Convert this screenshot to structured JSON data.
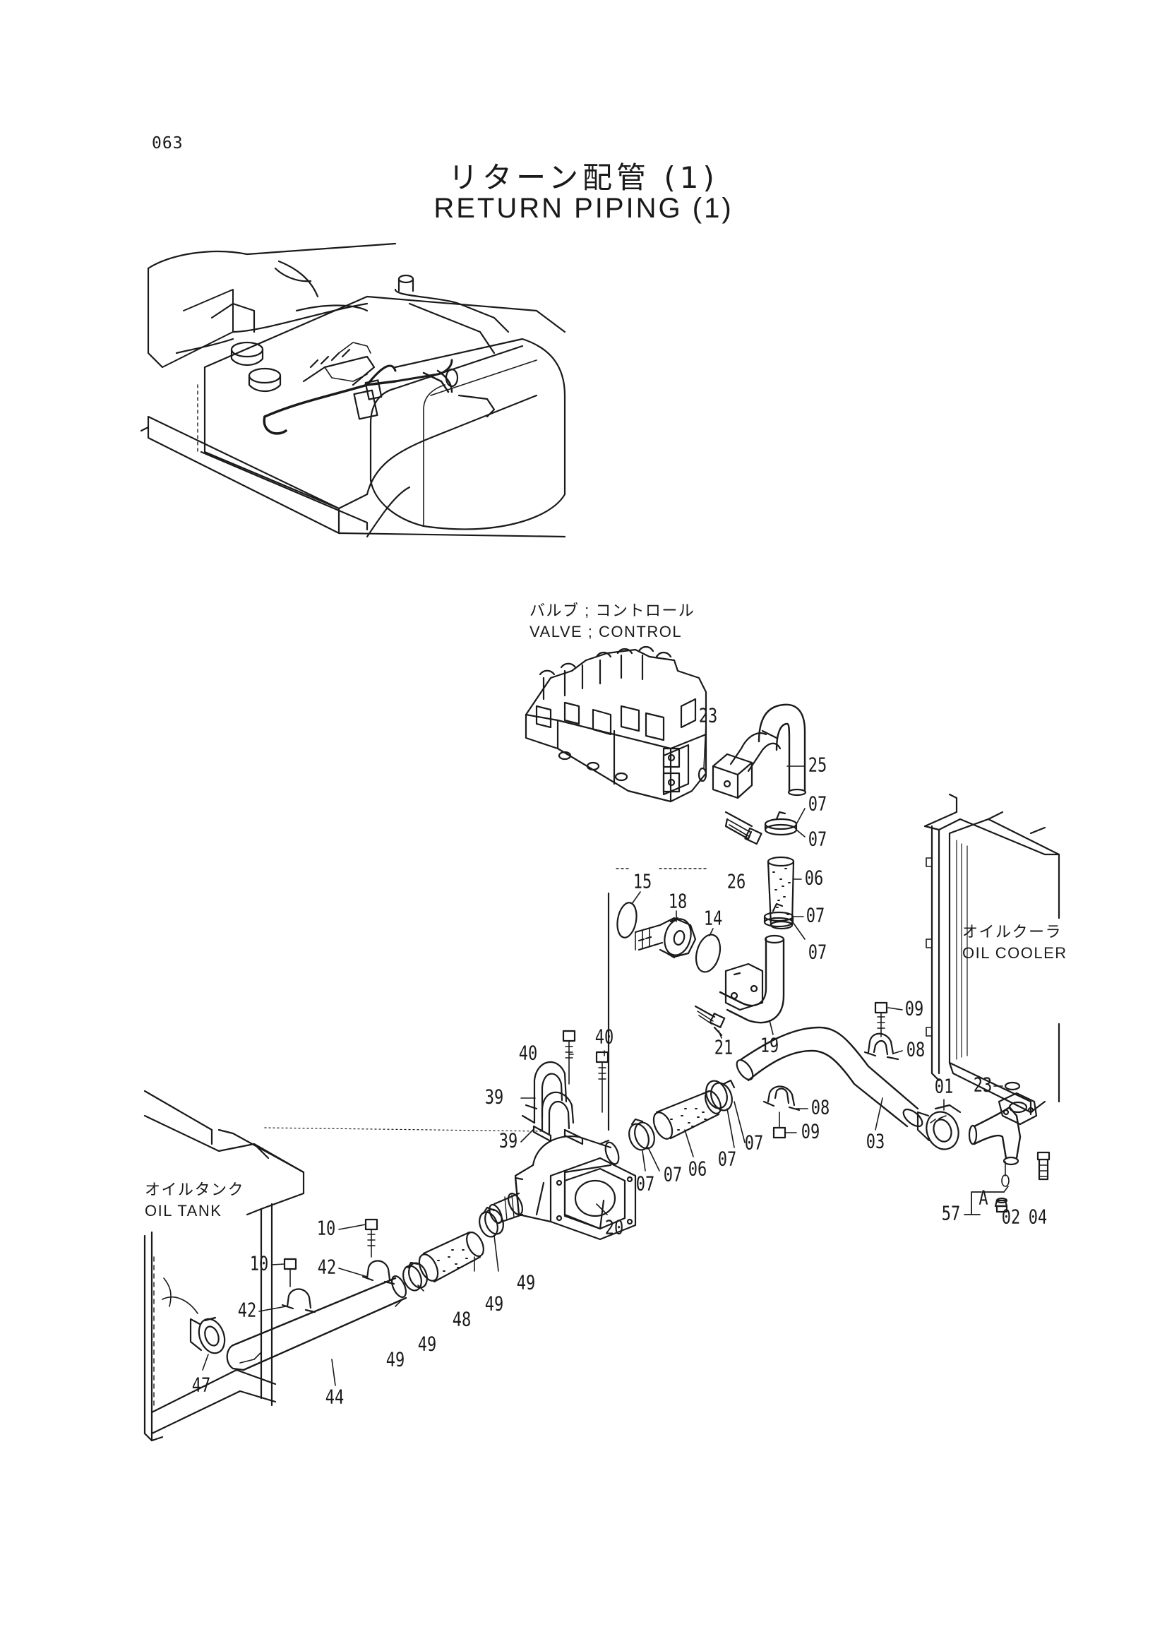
{
  "page_number": "063",
  "title": {
    "ja": "リターン配管 (1)",
    "en": "RETURN PIPING (1)"
  },
  "component_labels": {
    "valve_ja": "バルブ ; コントロール",
    "valve_en": "VALVE ; CONTROL",
    "cooler_ja": "オイルクーラ",
    "cooler_en": "OIL COOLER",
    "tank_ja": "オイルタンク",
    "tank_en": "OIL TANK",
    "detail_a": "A"
  },
  "callouts": [
    {
      "id": "c23a",
      "num": "23"
    },
    {
      "id": "c25",
      "num": "25"
    },
    {
      "id": "c07a",
      "num": "07"
    },
    {
      "id": "c07b",
      "num": "07"
    },
    {
      "id": "c06a",
      "num": "06"
    },
    {
      "id": "c07c",
      "num": "07"
    },
    {
      "id": "c07d",
      "num": "07"
    },
    {
      "id": "c15",
      "num": "15"
    },
    {
      "id": "c18",
      "num": "18"
    },
    {
      "id": "c26",
      "num": "26"
    },
    {
      "id": "c14",
      "num": "14"
    },
    {
      "id": "c19",
      "num": "19"
    },
    {
      "id": "c21",
      "num": "21"
    },
    {
      "id": "c09a",
      "num": "09"
    },
    {
      "id": "c08a",
      "num": "08"
    },
    {
      "id": "c01",
      "num": "01"
    },
    {
      "id": "c23b",
      "num": "23"
    },
    {
      "id": "c08b",
      "num": "08"
    },
    {
      "id": "c09b",
      "num": "09"
    },
    {
      "id": "c03",
      "num": "03"
    },
    {
      "id": "c57",
      "num": "57"
    },
    {
      "id": "c02",
      "num": "02"
    },
    {
      "id": "c04",
      "num": "04"
    },
    {
      "id": "c40a",
      "num": "40"
    },
    {
      "id": "c40b",
      "num": "40"
    },
    {
      "id": "c39a",
      "num": "39"
    },
    {
      "id": "c39b",
      "num": "39"
    },
    {
      "id": "c07e",
      "num": "07"
    },
    {
      "id": "c07f",
      "num": "07"
    },
    {
      "id": "c07g",
      "num": "07"
    },
    {
      "id": "c07h",
      "num": "07"
    },
    {
      "id": "c06b",
      "num": "06"
    },
    {
      "id": "c20",
      "num": "20"
    },
    {
      "id": "c10a",
      "num": "10"
    },
    {
      "id": "c42a",
      "num": "42"
    },
    {
      "id": "c10b",
      "num": "10"
    },
    {
      "id": "c42b",
      "num": "42"
    },
    {
      "id": "c49a",
      "num": "49"
    },
    {
      "id": "c49b",
      "num": "49"
    },
    {
      "id": "c48",
      "num": "48"
    },
    {
      "id": "c49c",
      "num": "49"
    },
    {
      "id": "c49d",
      "num": "49"
    },
    {
      "id": "c47",
      "num": "47"
    },
    {
      "id": "c44",
      "num": "44"
    }
  ]
}
